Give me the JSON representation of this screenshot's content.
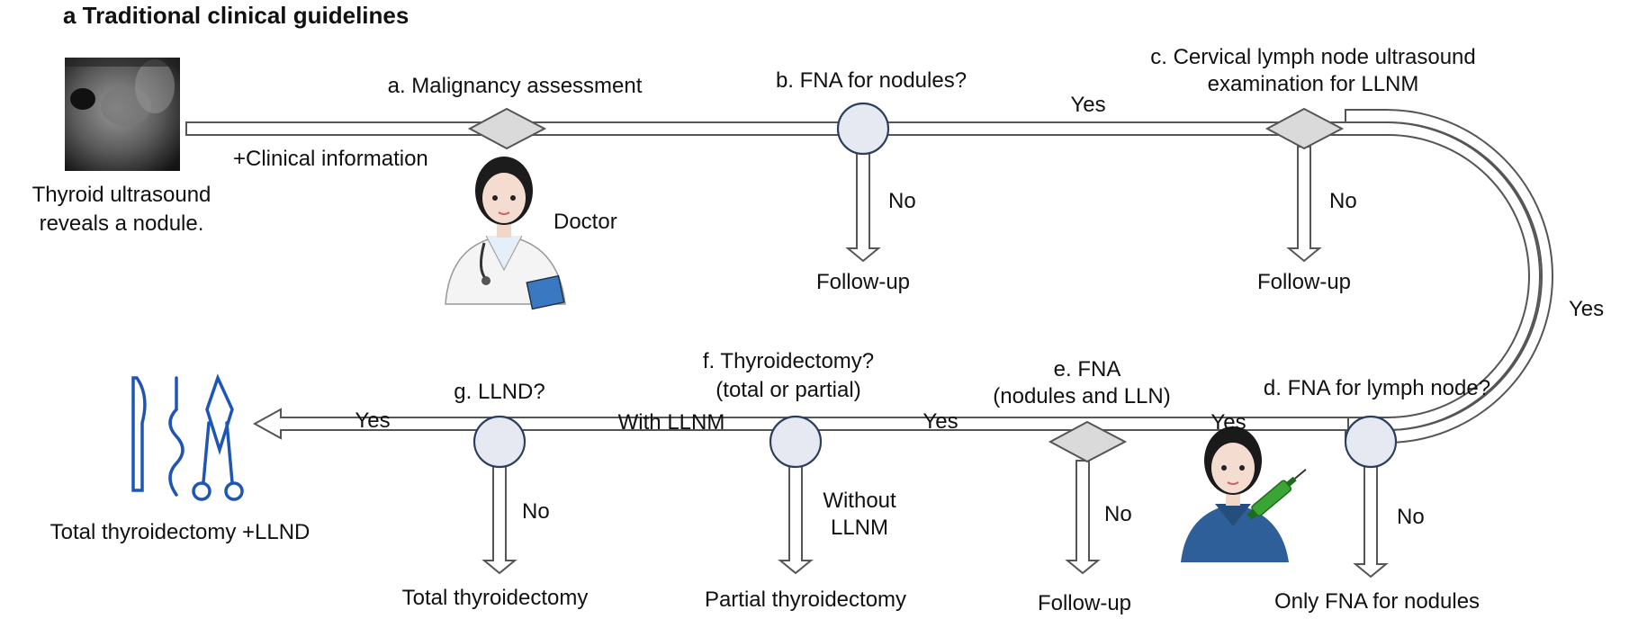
{
  "title": "a Traditional clinical guidelines",
  "start": {
    "caption_line1": "Thyroid ultrasound",
    "caption_line2": "reveals a nodule.",
    "clinical_info": "+Clinical information"
  },
  "doctor_label": "Doctor",
  "steps": {
    "a": "a. Malignancy assessment",
    "b": "b. FNA for nodules?",
    "c_line1": "c. Cervical lymph node ultrasound",
    "c_line2": "examination for LLNM",
    "d": "d. FNA for lymph node?",
    "e_line1": "e. FNA",
    "e_line2": "(nodules and LLN)",
    "f_line1": "f. Thyroidectomy?",
    "f_line2": "(total or partial)",
    "g": "g. LLND?"
  },
  "edges": {
    "b_to_c": "Yes",
    "c_to_d": "Yes",
    "d_to_e": "Yes",
    "e_to_f": "Yes",
    "f_to_g_line1": "With LLNM",
    "g_to_end": "Yes",
    "b_no": "No",
    "c_no": "No",
    "d_no": "No",
    "e_no": "No",
    "f_without_line1": "Without",
    "f_without_line2": "LLNM",
    "g_no": "No"
  },
  "outcomes": {
    "b": "Follow-up",
    "c": "Follow-up",
    "d": "Only FNA for nodules",
    "e": "Follow-up",
    "f": "Partial thyroidectomy",
    "g": "Total thyroidectomy",
    "final": "Total thyroidectomy +LLND"
  },
  "icons": {
    "ultrasound": "thyroid-ultrasound-image",
    "doctor": "doctor-illustration",
    "nurse": "nurse-with-syringe-illustration",
    "tools": "surgical-tools-icon"
  },
  "colors": {
    "node_fill": "#e6e9f1",
    "node_stroke": "#2c3e5c",
    "decision_fill": "#dadada",
    "tools_blue": "#1f56b5",
    "syringe_green": "#3aa535"
  }
}
